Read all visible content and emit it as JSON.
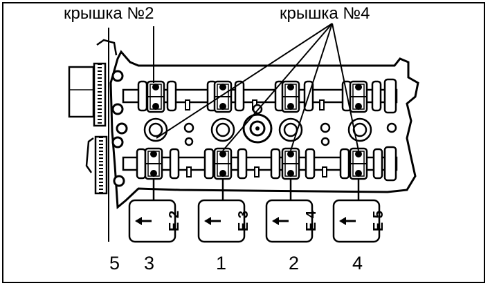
{
  "labels": {
    "cap2": "крышка №2",
    "cap4": "крышка №4"
  },
  "tags": [
    "E 2",
    "E 3",
    "E 4",
    "E 5"
  ],
  "numbers": [
    "5",
    "3",
    "1",
    "2",
    "4"
  ]
}
